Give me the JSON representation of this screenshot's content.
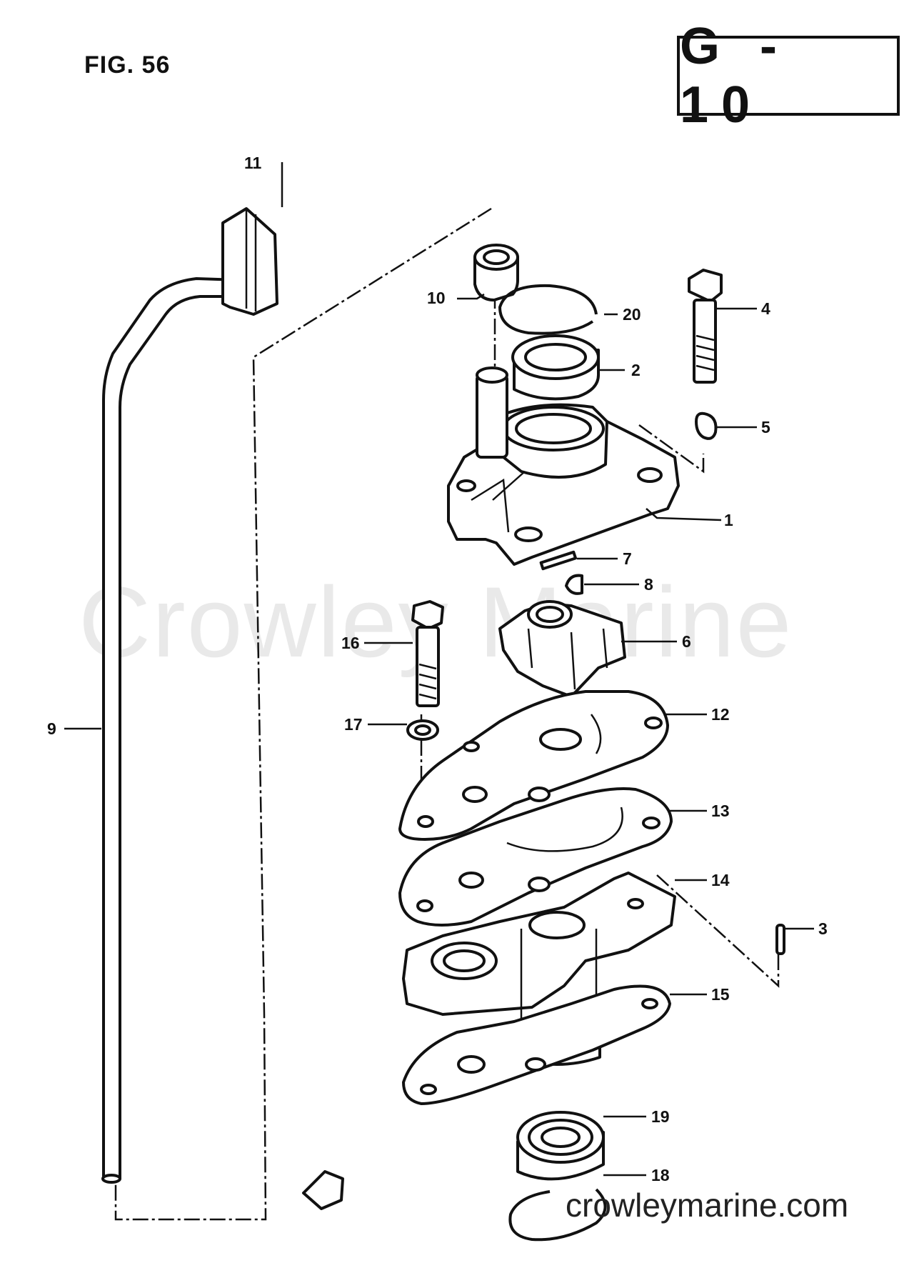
{
  "header": {
    "figure_label": "FIG. 56",
    "page_code": "G - 10"
  },
  "watermark": "Crowley Marine",
  "footer": {
    "website": "crowleymarine.com"
  },
  "callouts": {
    "c1": "1",
    "c2": "2",
    "c3": "3",
    "c4": "4",
    "c5": "5",
    "c6": "6",
    "c7": "7",
    "c8": "8",
    "c9": "9",
    "c10": "10",
    "c11": "11",
    "c12": "12",
    "c13": "13",
    "c14": "14",
    "c15": "15",
    "c16": "16",
    "c17": "17",
    "c18": "18",
    "c19": "19",
    "c20": "20"
  },
  "colors": {
    "ink": "#111111",
    "watermark": "#e9e9e9",
    "background": "#ffffff"
  }
}
